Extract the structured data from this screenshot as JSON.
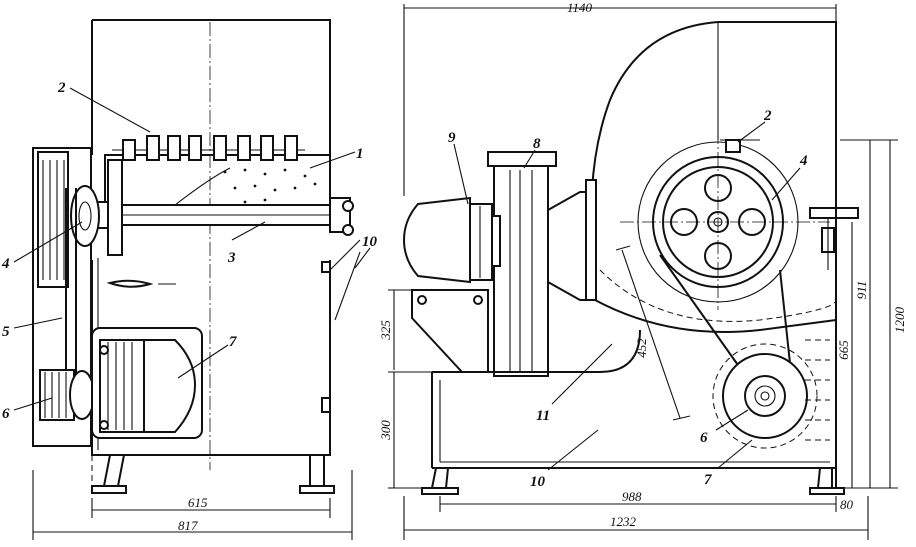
{
  "left_view": {
    "callouts": {
      "c1": "1",
      "c2": "2",
      "c3": "3",
      "c4": "4",
      "c5": "5",
      "c6": "6",
      "c7": "7",
      "c10": "10"
    },
    "dimensions": {
      "width_inner": "615",
      "width_outer": "817"
    }
  },
  "right_view": {
    "callouts": {
      "c2": "2",
      "c4": "4",
      "c6": "6",
      "c7": "7",
      "c8": "8",
      "c9": "9",
      "c10": "10",
      "c11": "11"
    },
    "dimensions": {
      "top_width": "1140",
      "bottom_inner": "988",
      "bottom_outer": "1232",
      "foot": "80",
      "left_upper": "325",
      "left_lower": "300",
      "diag": "452",
      "right_665": "665",
      "right_911": "911",
      "right_1200": "1200"
    }
  }
}
